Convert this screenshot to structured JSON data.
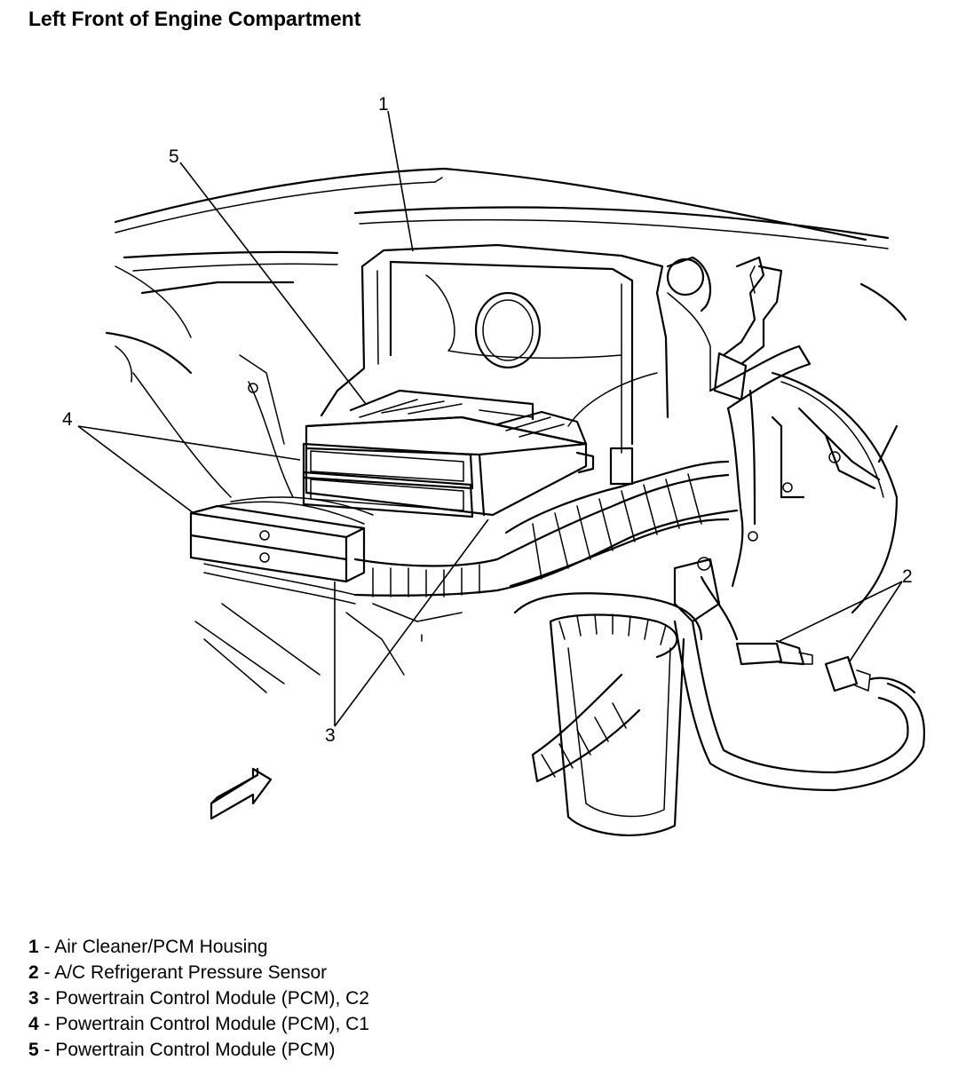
{
  "title": "Left Front of Engine Compartment",
  "callouts": [
    "1",
    "2",
    "3",
    "4",
    "5"
  ],
  "legend": [
    {
      "number": "1",
      "text": " - Air Cleaner/PCM Housing"
    },
    {
      "number": "2",
      "text": " - A/C Refrigerant Pressure Sensor"
    },
    {
      "number": "3",
      "text": " - Powertrain Control Module (PCM), C2"
    },
    {
      "number": "4",
      "text": " - Powertrain Control Module (PCM), C1"
    },
    {
      "number": "5",
      "text": " - Powertrain Control Module (PCM)"
    }
  ]
}
